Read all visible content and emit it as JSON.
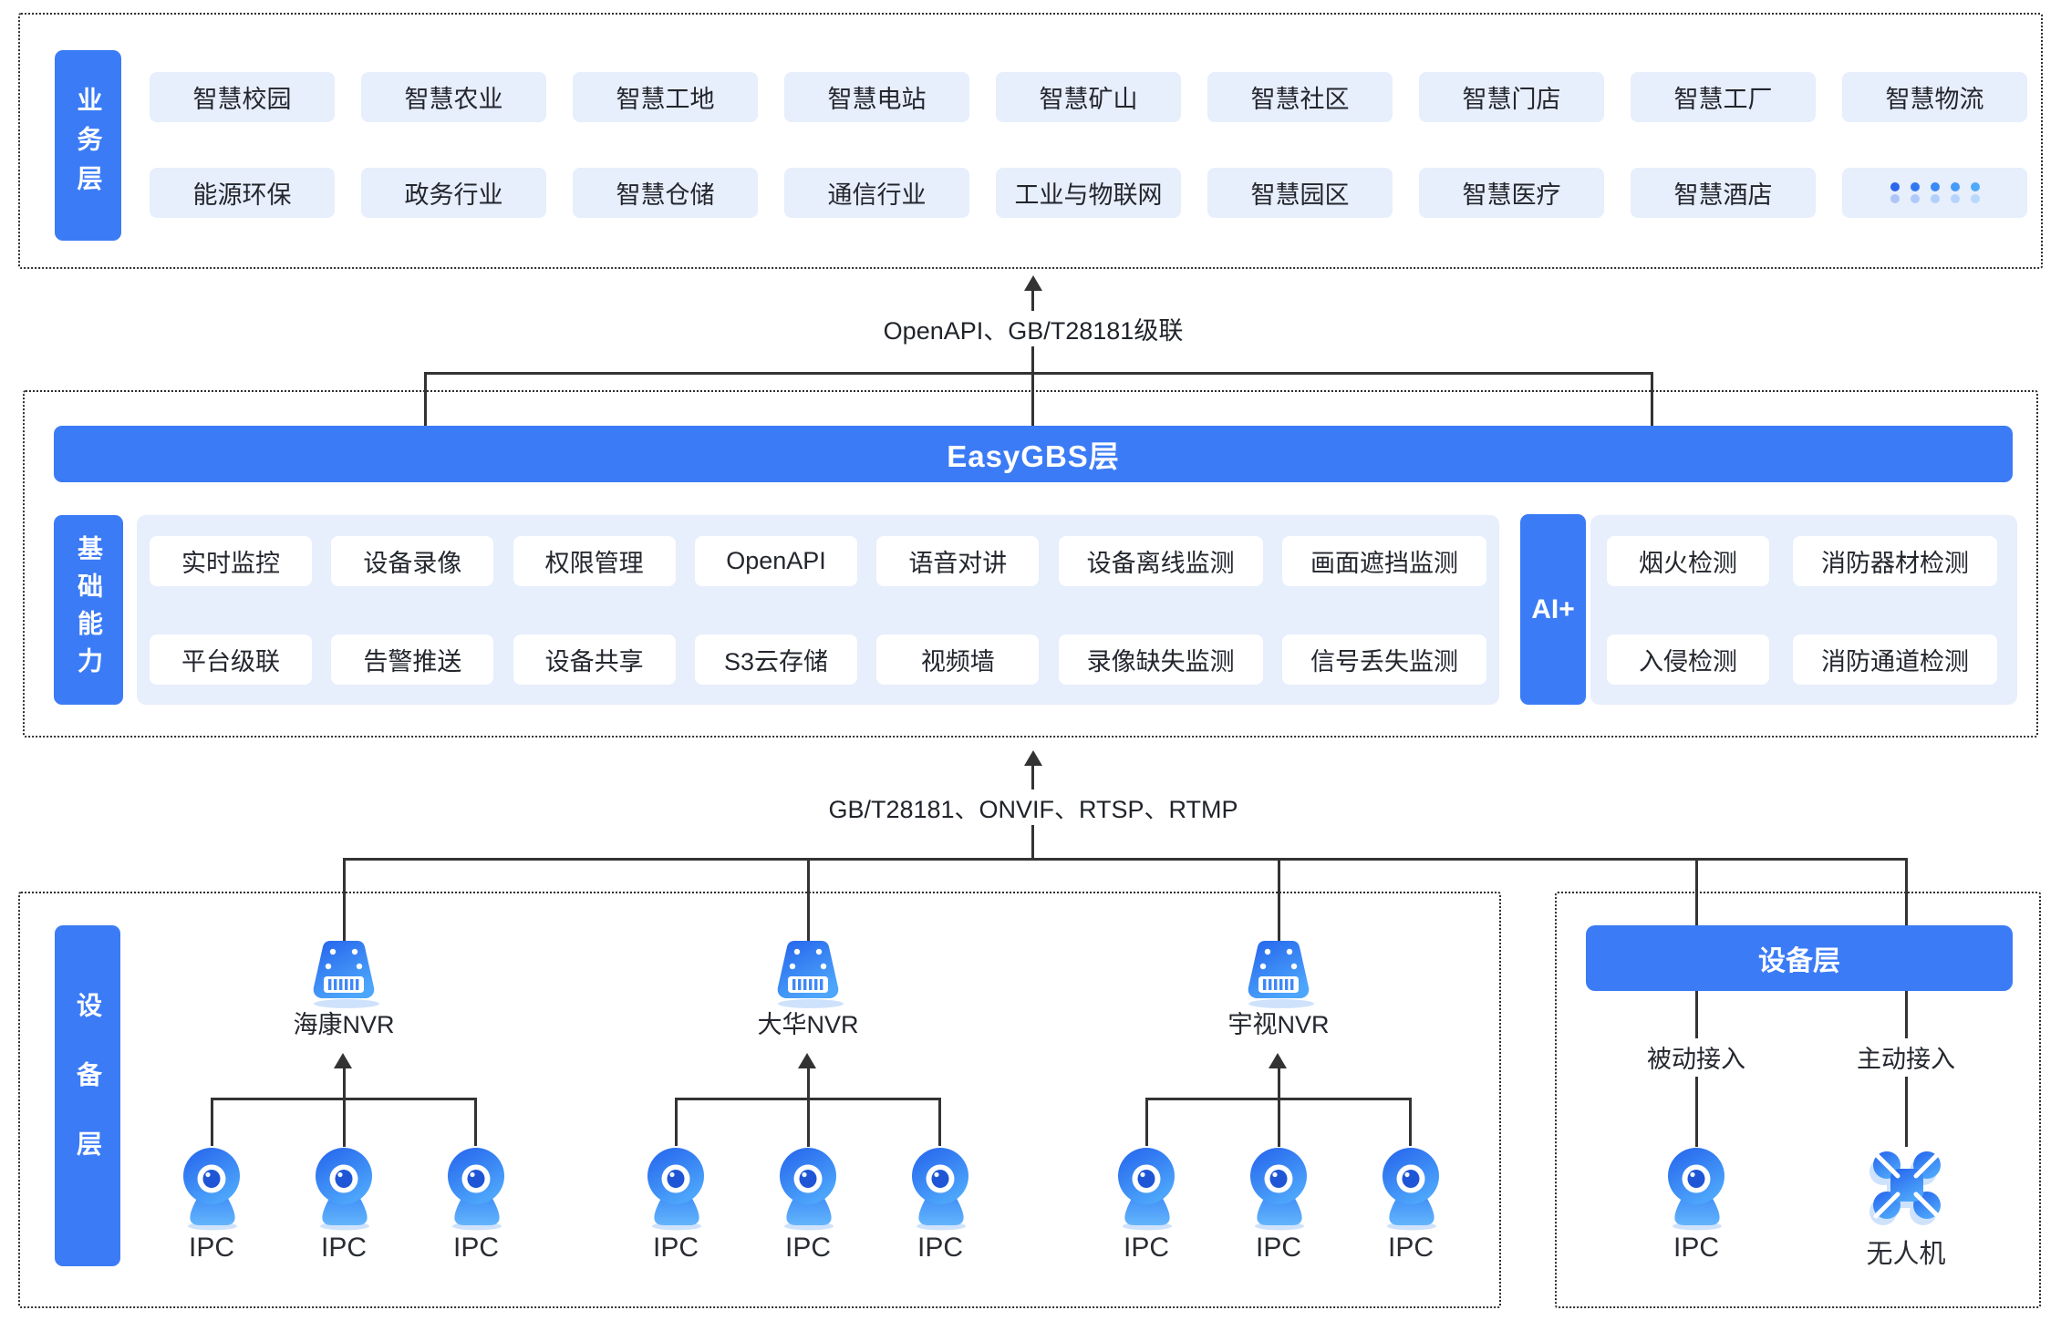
{
  "colors": {
    "primary_blue": "#3b7bf6",
    "panel_bg": "#e7eefc",
    "line": "#333333",
    "icon_gradient_start": "#2463ec",
    "icon_gradient_end": "#4da6fb"
  },
  "business_layer": {
    "label": "业务层",
    "row1": [
      "智慧校园",
      "智慧农业",
      "智慧工地",
      "智慧电站",
      "智慧矿山",
      "智慧社区",
      "智慧门店",
      "智慧工厂",
      "智慧物流"
    ],
    "row2": [
      "能源环保",
      "政务行业",
      "智慧仓储",
      "通信行业",
      "工业与物联网",
      "智慧园区",
      "智慧医疗",
      "智慧酒店"
    ]
  },
  "connector_top": {
    "label": "OpenAPI、GB/T28181级联"
  },
  "easygbs_layer": {
    "title": "EasyGBS层",
    "sidebar_label": "基础能力",
    "row1": [
      "实时监控",
      "设备录像",
      "权限管理",
      "OpenAPI",
      "语音对讲",
      "设备离线监测",
      "画面遮挡监测"
    ],
    "row2": [
      "平台级联",
      "告警推送",
      "设备共享",
      "S3云存储",
      "视频墙",
      "录像缺失监测",
      "信号丢失监测"
    ],
    "ai_label": "AI+",
    "ai_row1": [
      "烟火检测",
      "消防器材检测"
    ],
    "ai_row2": [
      "入侵检测",
      "消防通道检测"
    ]
  },
  "connector_bottom": {
    "label": "GB/T28181、ONVIF、RTSP、RTMP"
  },
  "device_layer": {
    "sidebar_label": "设备层",
    "groups": [
      {
        "name": "海康NVR",
        "ipc": [
          "IPC",
          "IPC",
          "IPC"
        ]
      },
      {
        "name": "大华NVR",
        "ipc": [
          "IPC",
          "IPC",
          "IPC"
        ]
      },
      {
        "name": "宇视NVR",
        "ipc": [
          "IPC",
          "IPC",
          "IPC"
        ]
      }
    ],
    "panel": {
      "title": "设备层",
      "columns": [
        {
          "mode": "被动接入",
          "device": "IPC"
        },
        {
          "mode": "主动接入",
          "device": "无人机"
        }
      ]
    }
  }
}
